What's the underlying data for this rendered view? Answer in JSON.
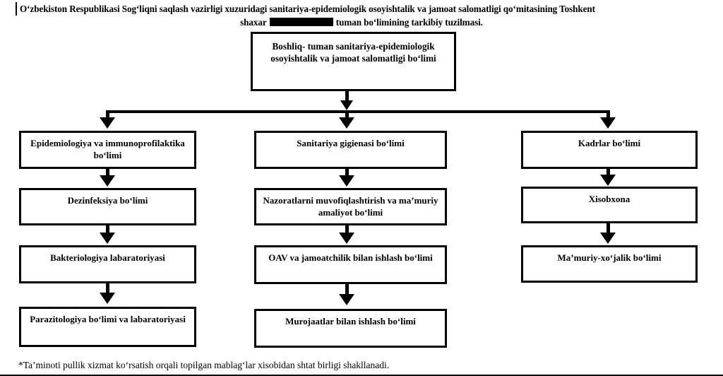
{
  "document": {
    "title_line1": "O‘zbekiston Respublikasi Sog‘liqni saqlash vazirligi xuzuridagi sanitariya-epidemiologik osoyishtalik va jamoat salomatligi  qo‘mitasining Toshkent",
    "title_line2_before": "shaxar",
    "title_line2_redacted": "",
    "title_line2_after": "tuman  bo‘limining tarkibiy tuzilmasi.",
    "footnote": "*Ta’minoti pullik xizmat ko‘rsatish orqali topilgan mablag‘lar xisobidan shtat birligi shakllanadi."
  },
  "chart_data": {
    "type": "diagram",
    "diagram_kind": "organizational-hierarchy-flowchart",
    "orientation": "top-down",
    "root": {
      "id": "root",
      "label": "Boshliq- tuman sanitariya-epidemiologik osoyishtalik va jamoat  salomatligi bo‘limi"
    },
    "branches": 3,
    "columns": [
      {
        "name": "left",
        "nodes": [
          {
            "id": "left-1",
            "label": "Epidemiologiya va immunoprofilaktika bo‘limi"
          },
          {
            "id": "left-2",
            "label": "Dezinfeksiya  bo‘limi"
          },
          {
            "id": "left-3",
            "label": "Bakteriologiya labaratoriyasi"
          },
          {
            "id": "left-4",
            "label": "Parazitologiya bo‘limi  va labaratoriyasi"
          }
        ]
      },
      {
        "name": "middle",
        "nodes": [
          {
            "id": "mid-1",
            "label": "Sanitariya gigienasi bo‘limi"
          },
          {
            "id": "mid-2",
            "label": "Nazoratlarni muvofiqlashtirish va ma’muriy amaliyot  bo‘limi"
          },
          {
            "id": "mid-3",
            "label": "OAV va jamoatchilik bilan ishlash bo‘limi"
          },
          {
            "id": "mid-4",
            "label": "Murojaatlar bilan ishlash bo‘limi"
          }
        ]
      },
      {
        "name": "right",
        "nodes": [
          {
            "id": "right-1",
            "label": "Kadrlar bo‘limi"
          },
          {
            "id": "right-2",
            "label": "Xisobxona"
          },
          {
            "id": "right-3",
            "label": "Ma’muriy-xo‘jalik bo‘limi"
          }
        ]
      }
    ],
    "edges": [
      {
        "from": "root",
        "to": "left-1",
        "style": "arrow"
      },
      {
        "from": "root",
        "to": "mid-1",
        "style": "arrow"
      },
      {
        "from": "root",
        "to": "right-1",
        "style": "arrow"
      },
      {
        "from": "left-1",
        "to": "left-2",
        "style": "arrow"
      },
      {
        "from": "left-2",
        "to": "left-3",
        "style": "arrow"
      },
      {
        "from": "left-3",
        "to": "left-4",
        "style": "arrow"
      },
      {
        "from": "mid-1",
        "to": "mid-2",
        "style": "arrow"
      },
      {
        "from": "mid-2",
        "to": "mid-3",
        "style": "arrow"
      },
      {
        "from": "mid-3",
        "to": "mid-4",
        "style": "arrow"
      },
      {
        "from": "right-1",
        "to": "right-2",
        "style": "arrow"
      },
      {
        "from": "right-2",
        "to": "right-3",
        "style": "arrow"
      }
    ],
    "colors": {
      "node_border": "#000000",
      "node_fill": "#ffffff",
      "connector": "#000000",
      "text": "#000000",
      "redaction": "#000000"
    }
  }
}
